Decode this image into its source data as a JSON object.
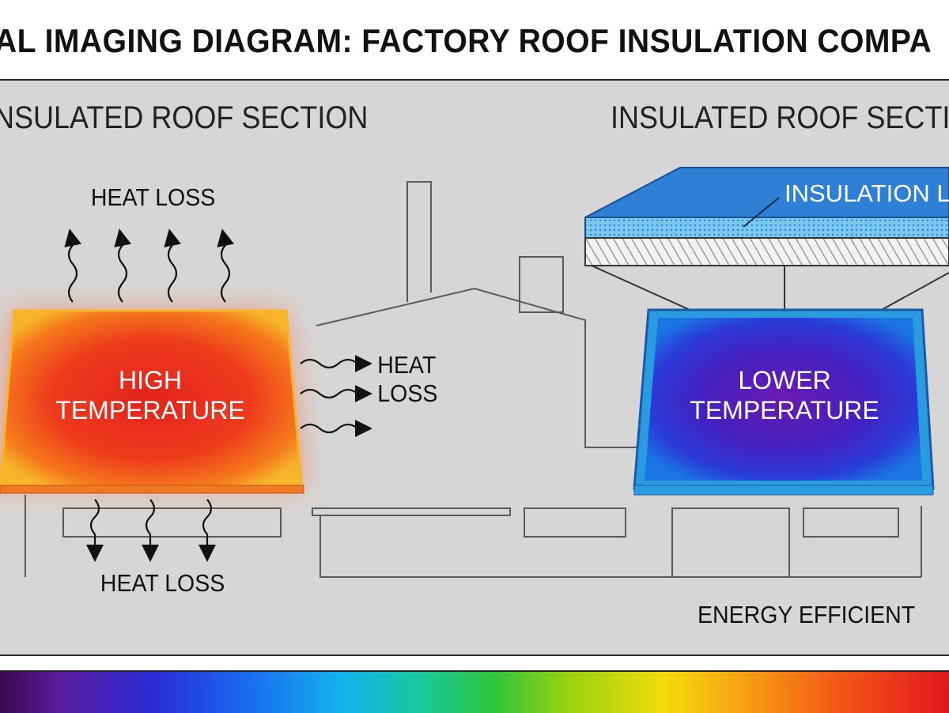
{
  "title": "MAL IMAGING DIAGRAM: FACTORY ROOF INSULATION COMPA",
  "left_panel": {
    "heading": "NSULATED ROOF SECTION",
    "heat_loss_top": "HEAT LOSS",
    "heat_loss_side_line1": "HEAT",
    "heat_loss_side_line2": "LOSS",
    "heat_loss_bottom": "HEAT LOSS",
    "center_line1": "HIGH",
    "center_line2": "TEMPERATURE"
  },
  "right_panel": {
    "heading": "INSULATED ROOF SECTIO",
    "insulation_label": "INSULATION LAY",
    "center_line1": "LOWER",
    "center_line2": "TEMPERATURE",
    "footer": "ENERGY EFFICIENT"
  },
  "colors": {
    "hot_core": "#e8281e",
    "hot_edge": "#f7a21a",
    "cold_core": "#4a1ab0",
    "cold_edge": "#2596e0",
    "insulation_blue": "#2e7fd6",
    "panel_bg": "#d6d6d6",
    "line": "#555555"
  },
  "icons": [
    "wavy-arrow-up-icon",
    "wavy-arrow-right-icon",
    "wavy-arrow-down-icon",
    "factory-outline"
  ]
}
